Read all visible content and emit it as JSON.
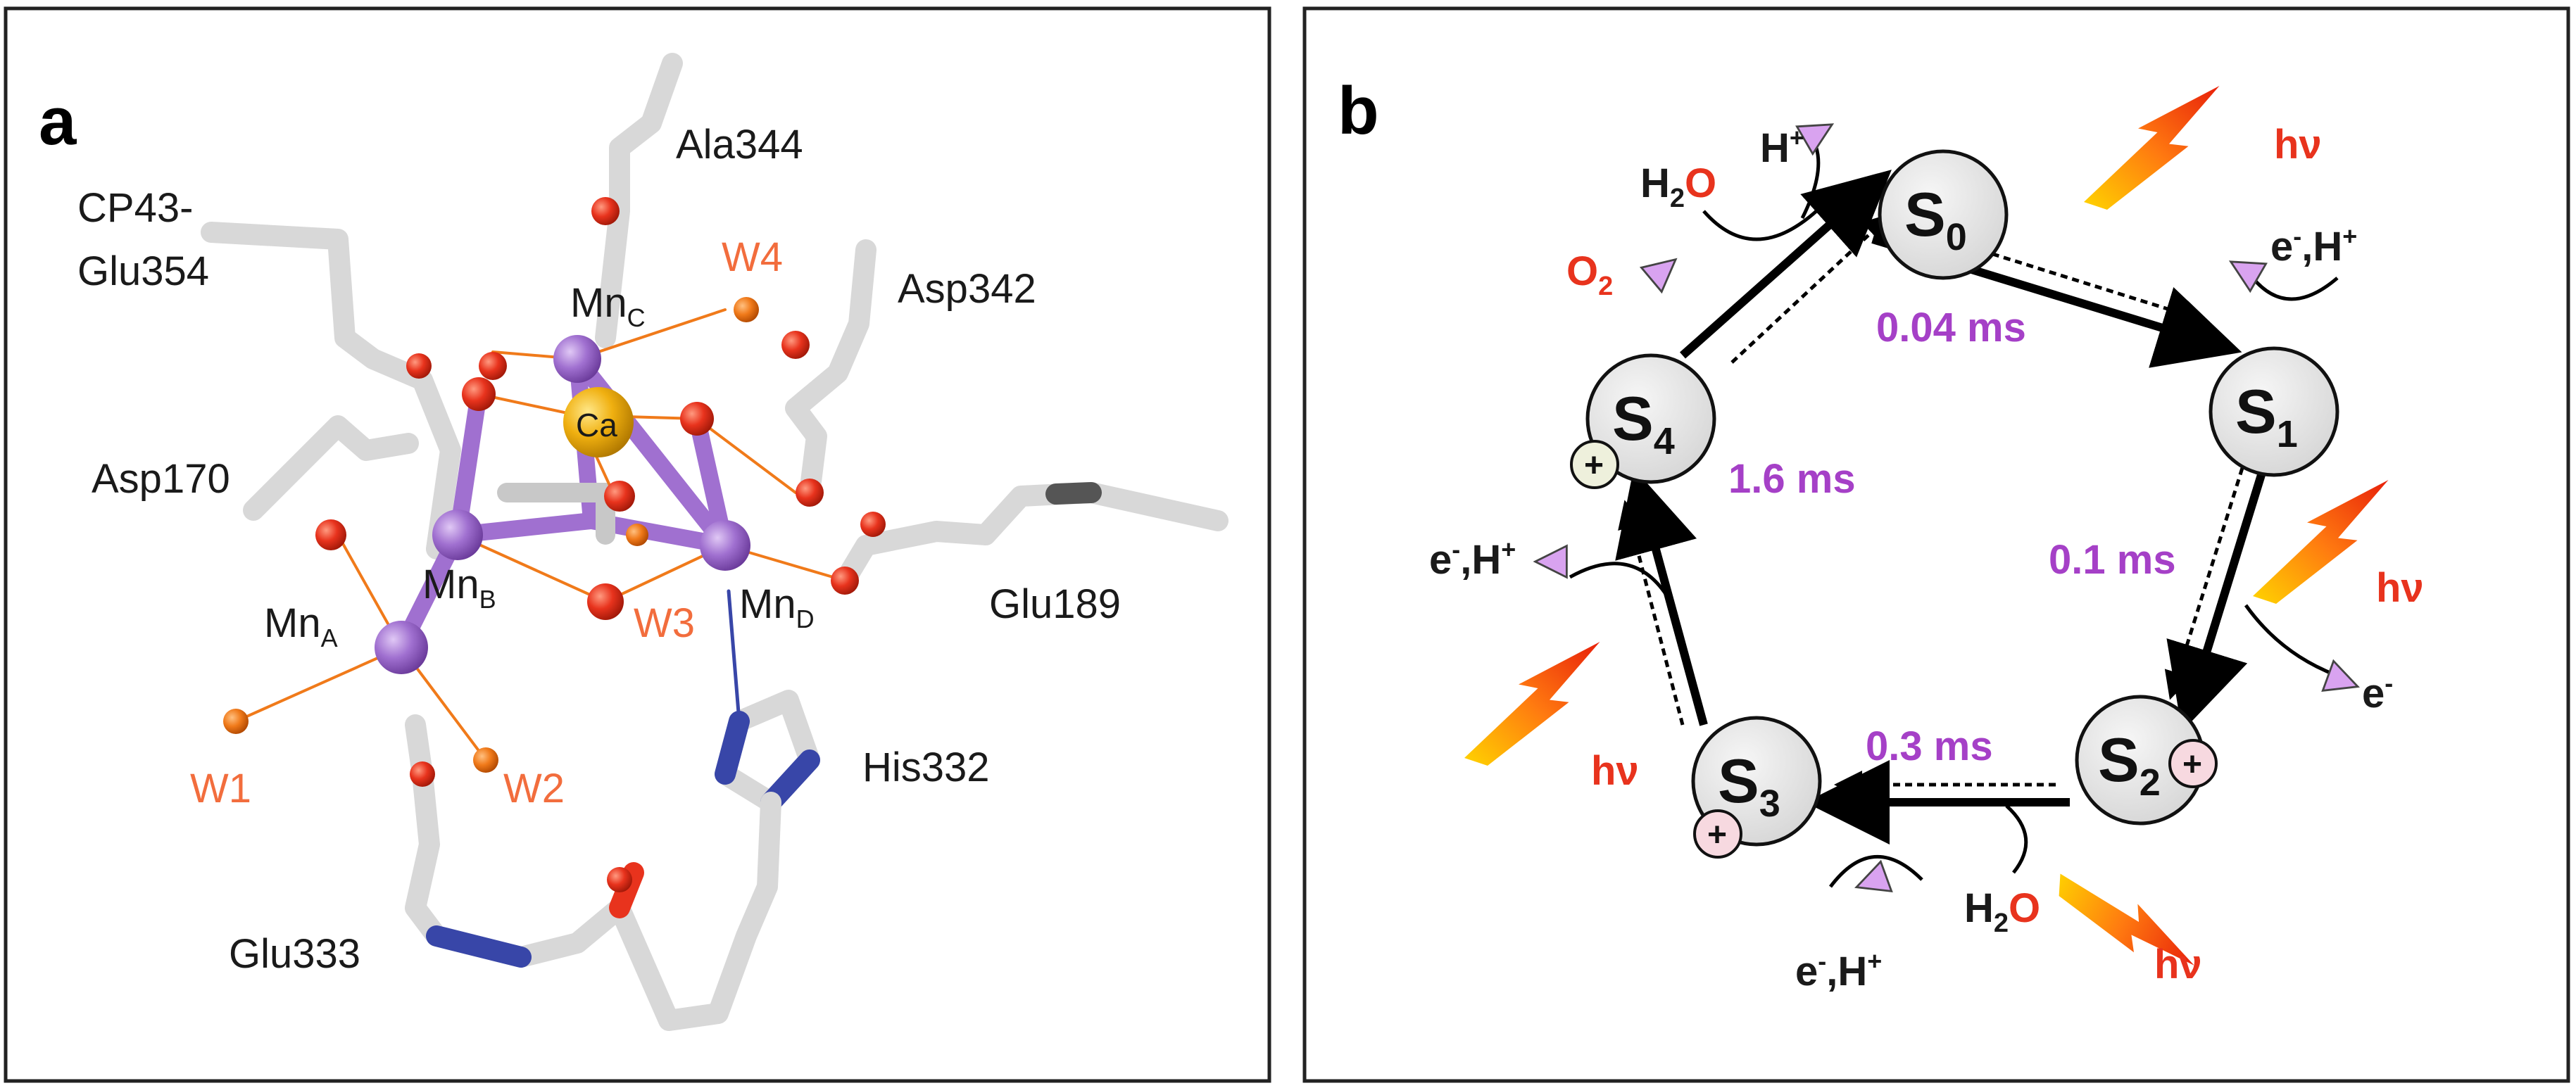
{
  "panel_a": {
    "letter": "a",
    "residues": {
      "ala344": "Ala344",
      "cp43": "CP43-",
      "glu354": "Glu354",
      "asp342": "Asp342",
      "asp170": "Asp170",
      "glu189": "Glu189",
      "his332": "His332",
      "glu333": "Glu333"
    },
    "waters": {
      "w1": "W1",
      "w2": "W2",
      "w3": "W3",
      "w4": "W4"
    },
    "metals": {
      "mn": "Mn",
      "sub_a": "A",
      "sub_b": "B",
      "sub_c": "C",
      "sub_d": "D",
      "ca": "Ca"
    }
  },
  "panel_b": {
    "letter": "b",
    "states": {
      "s": "S",
      "s0_sub": "0",
      "s1_sub": "1",
      "s2_sub": "2",
      "s3_sub": "3",
      "s4_sub": "4"
    },
    "charge": "+",
    "times": {
      "t01": "0.04 ms",
      "t12": "0.1 ms",
      "t23": "0.3 ms",
      "t40": "1.6 ms"
    },
    "species": {
      "h": "H",
      "hplus_sup": "+",
      "e": "e",
      "minus_sup": "-",
      "comma_h": ",H",
      "o": "O",
      "sub2": "2",
      "hv": "hν"
    }
  },
  "colors": {
    "manganese": "#a070d0",
    "calcium": "#f0b010",
    "oxygen": "#e8331d",
    "water": "#f07a1a",
    "carbon_stick": "#d8d8d8",
    "nitrogen": "#3846a8",
    "time_label": "#a540c7",
    "flash": "#f04018",
    "state_fill": "#e8e8e8",
    "plus_fill_pink": "#f7d9e0",
    "plus_fill_green": "#eef0dc"
  }
}
